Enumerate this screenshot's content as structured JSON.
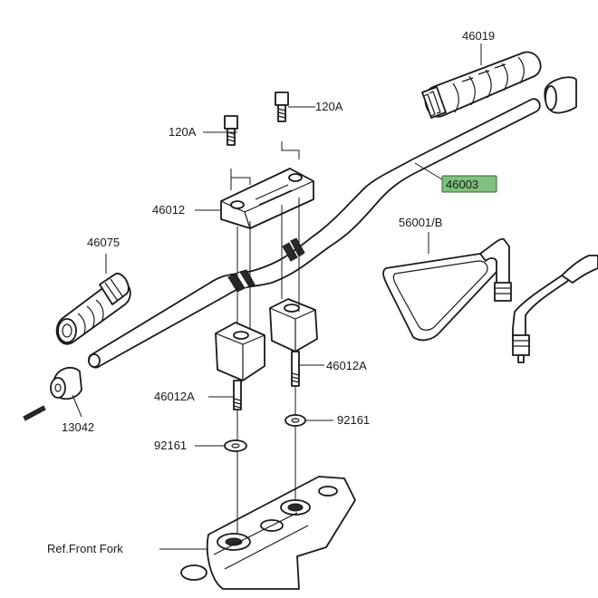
{
  "labels": {
    "p46019": "46019",
    "p120a_left": "120A",
    "p120a_right": "120A",
    "p46003": "46003",
    "p46012": "46012",
    "p56001b": "56001/B",
    "p46075": "46075",
    "p46012a_right": "46012A",
    "p46012a_left": "46012A",
    "p92161_right": "92161",
    "p92161_left": "92161",
    "p13042": "13042",
    "ref_front_fork": "Ref.Front Fork"
  },
  "colors": {
    "highlight": "#7fc07f",
    "line": "#1a1a1a"
  }
}
